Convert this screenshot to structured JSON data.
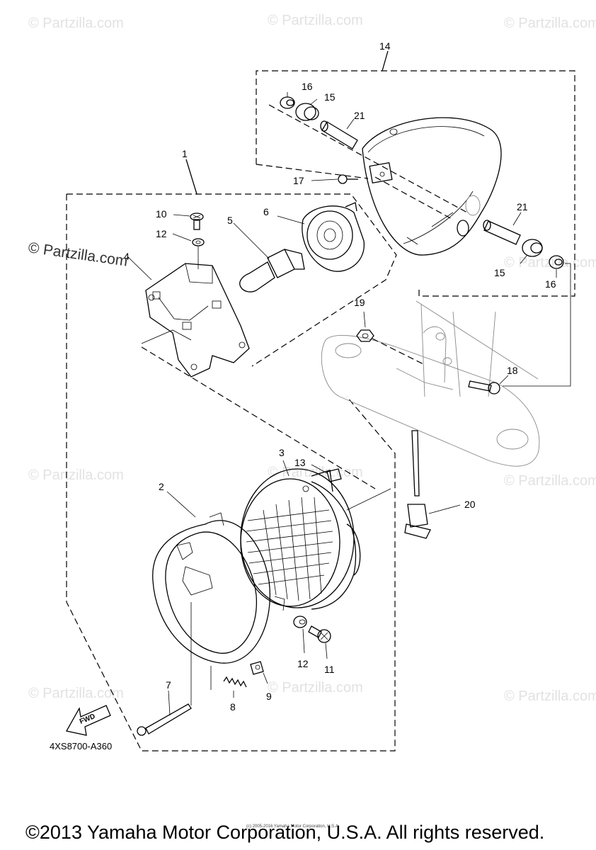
{
  "watermark": "© Partzilla.com",
  "parts": {
    "p1": "1",
    "p2": "2",
    "p3": "3",
    "p4": "4",
    "p5": "5",
    "p6": "6",
    "p7": "7",
    "p8": "8",
    "p9": "9",
    "p10": "10",
    "p11": "11",
    "p12a": "12",
    "p12b": "12",
    "p13": "13",
    "p14": "14",
    "p15a": "15",
    "p15b": "15",
    "p16a": "16",
    "p16b": "16",
    "p17": "17",
    "p18": "18",
    "p19": "19",
    "p20": "20",
    "p21a": "21",
    "p21b": "21"
  },
  "fwd_label": "FWD",
  "ref_code": "4XS8700-A360",
  "tiny_notice": "(c) 2005-2016 Yamaha Motor Corporation, U.S.A.",
  "copyright": "©2013 Yamaha Motor Corporation, U.S.A. All rights reserved."
}
